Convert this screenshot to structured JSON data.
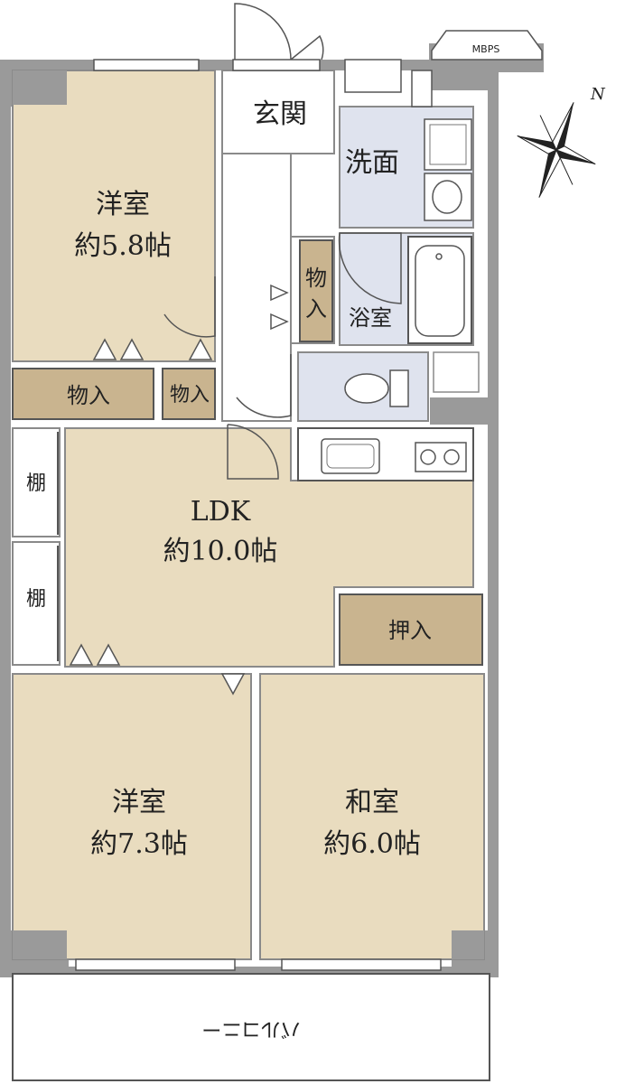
{
  "floorplan": {
    "compass": {
      "label": "N"
    },
    "mbps": {
      "label": "MBPS"
    },
    "rooms": {
      "western_room_1": {
        "name": "洋室",
        "size": "約5.8帖"
      },
      "western_room_2": {
        "name": "洋室",
        "size": "約7.3帖"
      },
      "japanese_room": {
        "name": "和室",
        "size": "約6.0帖"
      },
      "ldk": {
        "name": "LDK",
        "size": "約10.0帖"
      },
      "entrance": {
        "name": "玄関"
      },
      "washroom": {
        "name": "洗面"
      },
      "bathroom": {
        "name": "浴室"
      },
      "storage_1": {
        "name": "物入"
      },
      "storage_2": {
        "name": "物入"
      },
      "storage_vertical": {
        "name": "物入"
      },
      "shelf_1": {
        "name": "棚"
      },
      "shelf_2": {
        "name": "棚"
      },
      "closet": {
        "name": "押入"
      },
      "balcony": {
        "name": "バルコニー"
      }
    },
    "colors": {
      "room_fill": "#e9dcbf",
      "storage_fill": "#c9b48f",
      "wet_fill": "#dfe3ee",
      "wall": "#9a9a9a",
      "white": "#ffffff"
    }
  }
}
